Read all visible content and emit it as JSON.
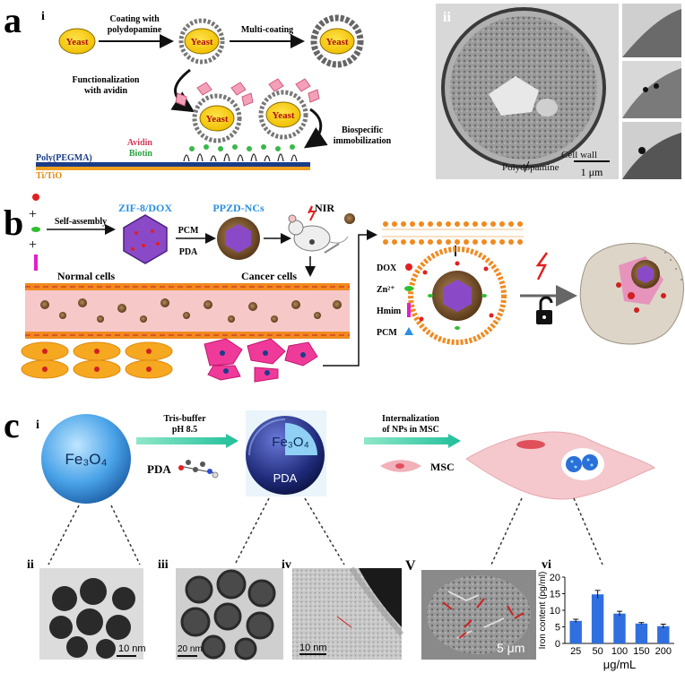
{
  "panel_a": {
    "letter": "a",
    "sub_i": "i",
    "sub_ii": "ii",
    "yeast_label": "Yeast",
    "step1": "Coating with",
    "step1b": "polydopamine",
    "step2": "Multi-coating",
    "step3": "Functionalization",
    "step3b": "with avidin",
    "step4": "Biospecific",
    "step4b": "immobilization",
    "avidin": "Avidin",
    "biotin": "Biotin",
    "poly": "Poly(PEGMA)",
    "titio": "Ti/TiO",
    "cell_wall": "Cell wall",
    "polydopamine": "Polydopamine",
    "scale": "1 μm"
  },
  "panel_b": {
    "letter": "b",
    "self_assembly": "Self-assembly",
    "zif": "ZIF-8/DOX",
    "ppzd": "PPZD-NCs",
    "pcm": "PCM",
    "pda": "PDA",
    "nir": "NIR",
    "normal": "Normal cells",
    "cancer": "Cancer cells",
    "legend": [
      {
        "label": "DOX",
        "color": "#e02020",
        "shape": "dot"
      },
      {
        "label": "Zn²⁺",
        "color": "#2fbf2f",
        "shape": "oval"
      },
      {
        "label": "Hmim",
        "color": "#e020c8",
        "shape": "bar"
      },
      {
        "label": "PCM",
        "color": "#2a8fe0",
        "shape": "tri"
      }
    ]
  },
  "panel_c": {
    "letter": "c",
    "sub_i": "i",
    "fe3o4": "Fe₃O₄",
    "fe3o4_b": "Fe₃O₄",
    "tris": "Tris-buffer",
    "ph": "pH 8.5",
    "pda_left": "PDA",
    "pda_shell": "PDA",
    "intern": "Internalization",
    "intern_b": "of NPs in MSC",
    "msc": "MSC",
    "sub_ii": "ii",
    "sub_iii": "iii",
    "sub_iv": "iv",
    "sub_v": "V",
    "sub_vi": "vi",
    "scale_ii": "10 nm",
    "scale_iii": "20 nm",
    "scale_iv": "10 nm",
    "scale_v": "5 μm"
  },
  "chart_data": {
    "type": "bar",
    "categories": [
      "25",
      "50",
      "100",
      "150",
      "200"
    ],
    "values": [
      6.8,
      14.8,
      9.0,
      6.0,
      5.2
    ],
    "errors": [
      0.5,
      1.2,
      0.7,
      0.3,
      0.6
    ],
    "xlabel": "μg/mL",
    "ylabel": "Iron content (pg/ml)",
    "ylim": [
      0,
      20
    ],
    "yticks": [
      0,
      5,
      10,
      15,
      20
    ],
    "color": "#2f6fe0"
  }
}
